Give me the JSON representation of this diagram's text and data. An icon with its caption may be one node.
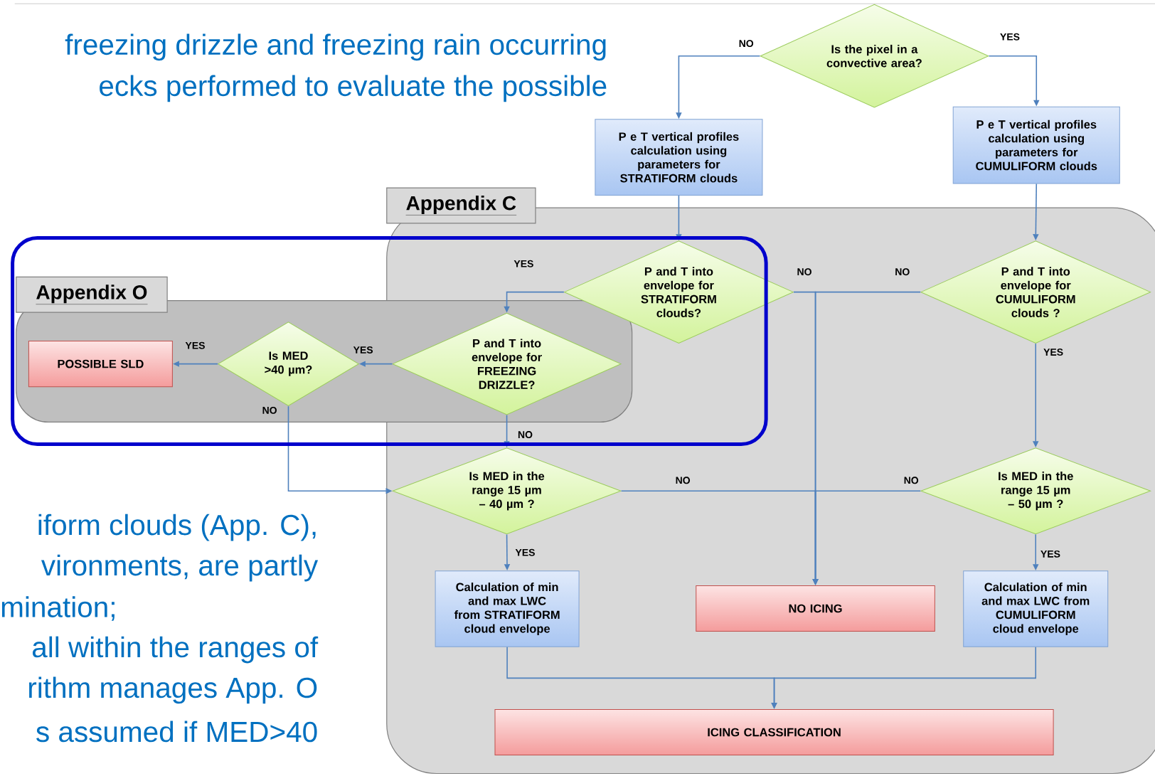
{
  "diagram": {
    "nodes": [
      {
        "text": [
          "Appendix C"
        ]
      },
      {
        "text": [
          "Appendix O"
        ]
      },
      {
        "text": [
          "Is the pixel in a convective area?"
        ]
      },
      {
        "text": [
          "P e T vertical profiles calculation using parameters for STRATIFORM clouds"
        ]
      },
      {
        "text": [
          "P e T vertical profiles calculation using parameters for CUMULIFORM clouds"
        ]
      },
      {
        "text": [
          "P and T into envelope for STRATIFORM clouds?"
        ],
        "in": 0
      },
      {
        "text": [
          "P and T into envelope for CUMULIFORM clouds ?"
        ],
        "in": 0
      },
      {
        "text": [
          "P and T into envelope for FREEZING DRIZZLE?"
        ]
      },
      {
        "text": [
          "Is MED >40 µm?"
        ],
        "in": 1
      },
      {
        "text": [
          "POSSIBLE SLD"
        ],
        "in": 1
      },
      {
        "text": [
          "Is MED in the range 15 µm – 40 µm ?"
        ],
        "in": 0
      },
      {
        "text": [
          "Is MED in the range 15 µm – 50 µm ?"
        ],
        "in": 0
      },
      {
        "text": [
          "Calculation of min and max LWC from STRATIFORM cloud envelope"
        ],
        "in": 0
      },
      {
        "text": [
          "NO ICING"
        ],
        "in": 0
      },
      {
        "text": [
          "Calculation of min and max LWC from CUMULIFORM cloud envelope"
        ],
        "in": 0
      },
      {
        "text": [
          "ICING CLASSIFICATION"
        ],
        "in": 0
      }
    ],
    "edges": [
      {
        "from": 2,
        "to": 3,
        "arrow": "to",
        "label": "NO"
      },
      {
        "from": 2,
        "to": 4,
        "arrow": "to",
        "label": "YES"
      },
      {
        "from": 3,
        "to": 5,
        "arrow": "to"
      },
      {
        "from": 4,
        "to": 6,
        "arrow": "to"
      },
      {
        "from": 5,
        "to": 7,
        "arrow": "to",
        "label": "YES"
      },
      {
        "from": 5,
        "to": 13,
        "arrow": "to",
        "label": "NO"
      },
      {
        "from": 6,
        "to": 13,
        "arrow": "to",
        "label": "NO"
      },
      {
        "from": 6,
        "to": 11,
        "arrow": "to",
        "label": "YES"
      },
      {
        "from": 7,
        "to": 8,
        "arrow": "to",
        "label": "YES"
      },
      {
        "from": 8,
        "to": 9,
        "arrow": "to",
        "label": "YES"
      },
      {
        "from": 7,
        "to": 10,
        "arrow": "to",
        "label": "NO"
      },
      {
        "from": 8,
        "to": 10,
        "arrow": "to",
        "label": "NO"
      },
      {
        "from": 10,
        "to": 13,
        "arrow": "to",
        "label": "NO"
      },
      {
        "from": 11,
        "to": 13,
        "arrow": "to",
        "label": "NO"
      },
      {
        "from": 10,
        "to": 12,
        "arrow": "to",
        "label": "YES"
      },
      {
        "from": 11,
        "to": 14,
        "arrow": "to",
        "label": "YES"
      },
      {
        "from": 12,
        "to": 15,
        "arrow": "to"
      },
      {
        "from": 14,
        "to": 15,
        "arrow": "to"
      }
    ],
    "labels": [
      "freezing drizzle and freezing rain occurring",
      "ecks performed to evaluate the possible",
      "iform clouds (App. C),",
      "vironments, are partly",
      "mination;",
      "all within the ranges of",
      "rithm manages App. O",
      "s assumed if MED>40"
    ]
  }
}
